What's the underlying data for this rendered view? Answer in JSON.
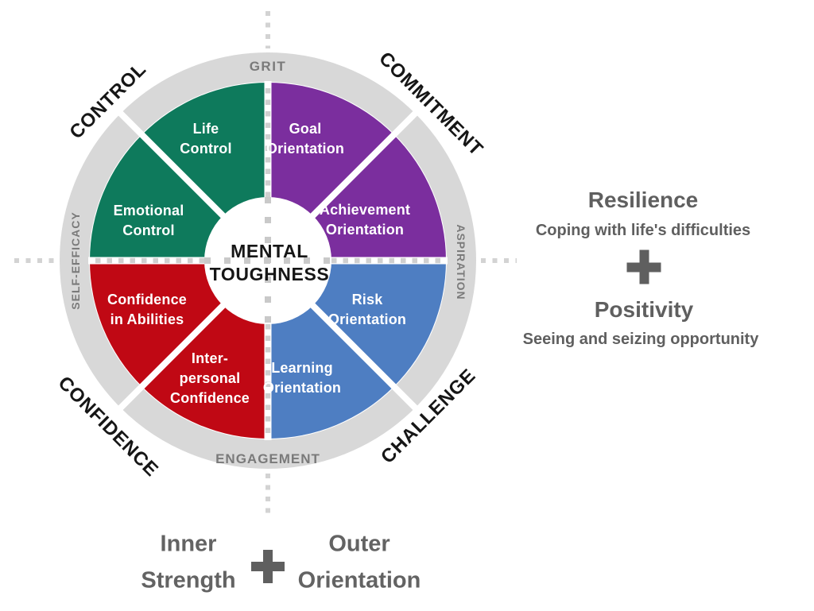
{
  "diagram": {
    "center_label": "MENTAL\nTOUGHNESS",
    "ring": {
      "top": "GRIT",
      "right": "ASPIRATION",
      "bottom": "ENGAGEMENT",
      "left": "SELF-EFFICACY"
    },
    "quadrants": [
      {
        "id": "control",
        "label": "CONTROL",
        "color": "#0E7A5C",
        "segments": [
          "Life\nControl",
          "Emotional\nControl"
        ]
      },
      {
        "id": "commitment",
        "label": "COMMITMENT",
        "color": "#7B2E9E",
        "segments": [
          "Goal\nOrientation",
          "Achievement\nOrientation"
        ]
      },
      {
        "id": "confidence",
        "label": "CONFIDENCE",
        "color": "#C00814",
        "segments": [
          "Confidence\nin Abilities",
          "Inter-\npersonal\nConfidence"
        ]
      },
      {
        "id": "challenge",
        "label": "CHALLENGE",
        "color": "#4E7EC2",
        "segments": [
          "Risk\nOrientation",
          "Learning\nOrientation"
        ]
      }
    ]
  },
  "right_panel": {
    "plus": "+",
    "items": [
      {
        "title": "Resilience",
        "subtitle": "Coping with life's difficulties"
      },
      {
        "title": "Positivity",
        "subtitle": "Seeing and seizing opportunity"
      }
    ]
  },
  "bottom_panel": {
    "left": "Inner\nStrength",
    "plus": "+",
    "right": "Outer\nOrientation"
  },
  "colors": {
    "ring": "#D8D8D8",
    "ring_text": "#7A7A7A",
    "dots_outer": "#D3D3D3",
    "dots_inner": "#C9C9C9",
    "gray_text": "#5F5F5F",
    "center_text": "#161616",
    "segment_text": "#FFFFFF"
  }
}
